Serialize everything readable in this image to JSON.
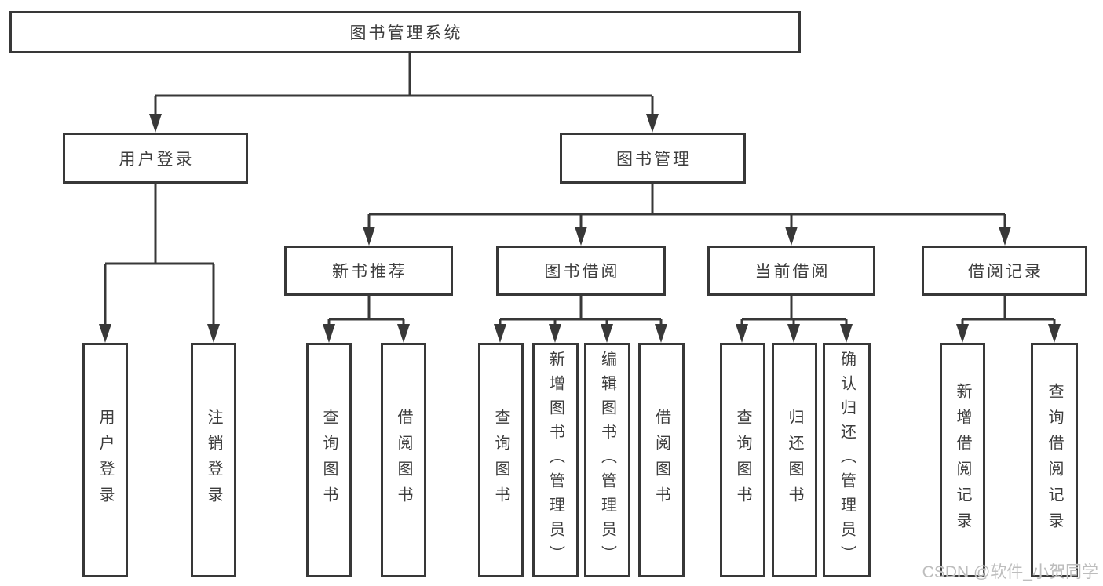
{
  "watermark": "CSDN @软件_小贺同学",
  "colors": {
    "line": "#383838",
    "text": "#3d3d3d",
    "background": "#ffffff",
    "watermark": "#bdbdbd"
  },
  "nodes": {
    "root": {
      "label": "图书管理系统"
    },
    "user_login": {
      "label": "用户登录"
    },
    "book_mgmt": {
      "label": "图书管理"
    },
    "new_book_rec": {
      "label": "新书推荐"
    },
    "book_borrow": {
      "label": "图书借阅"
    },
    "current_borrow": {
      "label": "当前借阅"
    },
    "borrow_record": {
      "label": "借阅记录"
    },
    "leaves": {
      "user_login": {
        "label": "用户登录"
      },
      "logout": {
        "label": "注销登录"
      },
      "rec_query_book": {
        "label": "查询图书"
      },
      "rec_borrow_book": {
        "label": "借阅图书"
      },
      "bb_query_book": {
        "label": "查询图书"
      },
      "bb_add_book": {
        "label": "新增图书（管理员）"
      },
      "bb_edit_book": {
        "label": "编辑图书（管理员）"
      },
      "bb_borrow_book": {
        "label": "借阅图书"
      },
      "cb_query_book": {
        "label": "查询图书"
      },
      "cb_return_book": {
        "label": "归还图书"
      },
      "cb_confirm_return": {
        "label": "确认归还（管理员）"
      },
      "br_add_record": {
        "label": "新增借阅记录"
      },
      "br_query_record": {
        "label": "查询借阅记录"
      }
    }
  }
}
